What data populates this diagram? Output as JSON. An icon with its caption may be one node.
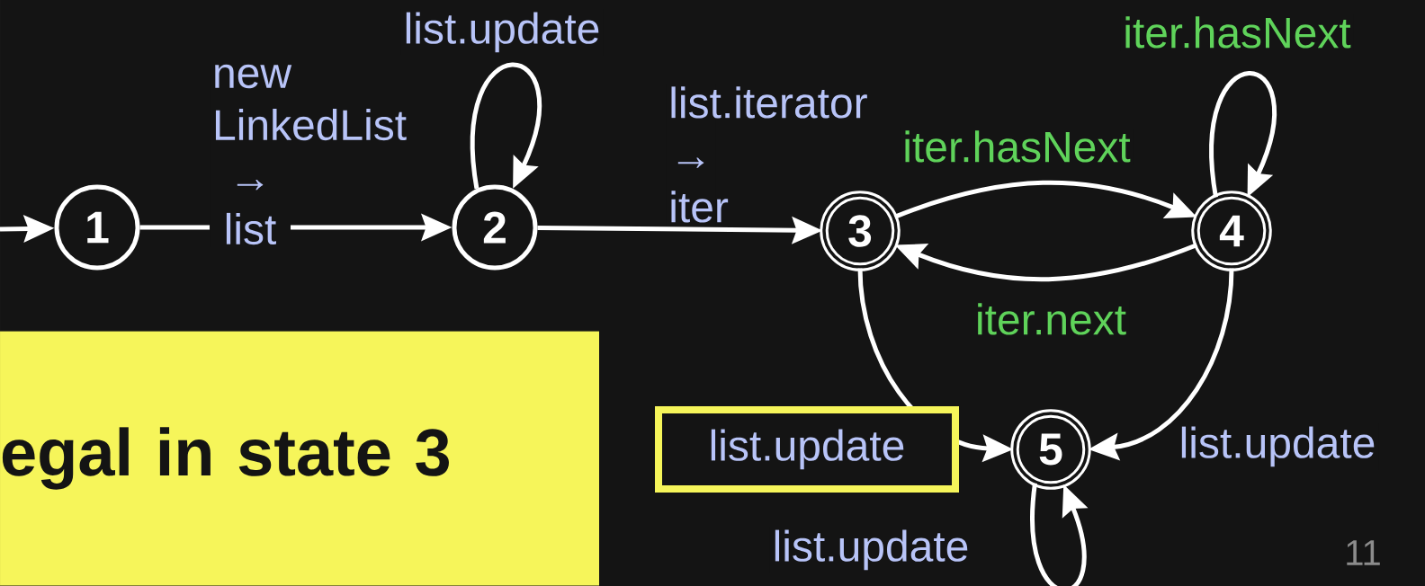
{
  "diagram": {
    "nodes": [
      {
        "text": [
          "1"
        ]
      },
      {
        "text": [
          "2"
        ]
      },
      {
        "text": [
          "3"
        ]
      },
      {
        "text": [
          "4"
        ]
      },
      {
        "text": [
          "5"
        ]
      },
      {
        "text": [
          "egal in state 3"
        ]
      }
    ],
    "edges": [
      {
        "from": null,
        "to": 0,
        "arrow": "to"
      },
      {
        "from": 0,
        "to": 1,
        "arrow": "to",
        "label": "new LinkedList → list"
      },
      {
        "from": 1,
        "to": 1,
        "arrow": "to",
        "label": "list.update"
      },
      {
        "from": 1,
        "to": 2,
        "arrow": "to",
        "label": "list.iterator → iter"
      },
      {
        "from": 2,
        "to": 3,
        "arrow": "to",
        "label": "iter.hasNext"
      },
      {
        "from": 3,
        "to": 2,
        "arrow": "to",
        "label": "iter.next"
      },
      {
        "from": 3,
        "to": 3,
        "arrow": "to",
        "label": "iter.hasNext"
      },
      {
        "from": 2,
        "to": 4,
        "arrow": "to",
        "label": "list.update"
      },
      {
        "from": 3,
        "to": 4,
        "arrow": "to",
        "label": "list.update"
      },
      {
        "from": 4,
        "to": 4,
        "arrow": "to",
        "label": "list.update"
      }
    ],
    "labels": [
      "11"
    ]
  }
}
